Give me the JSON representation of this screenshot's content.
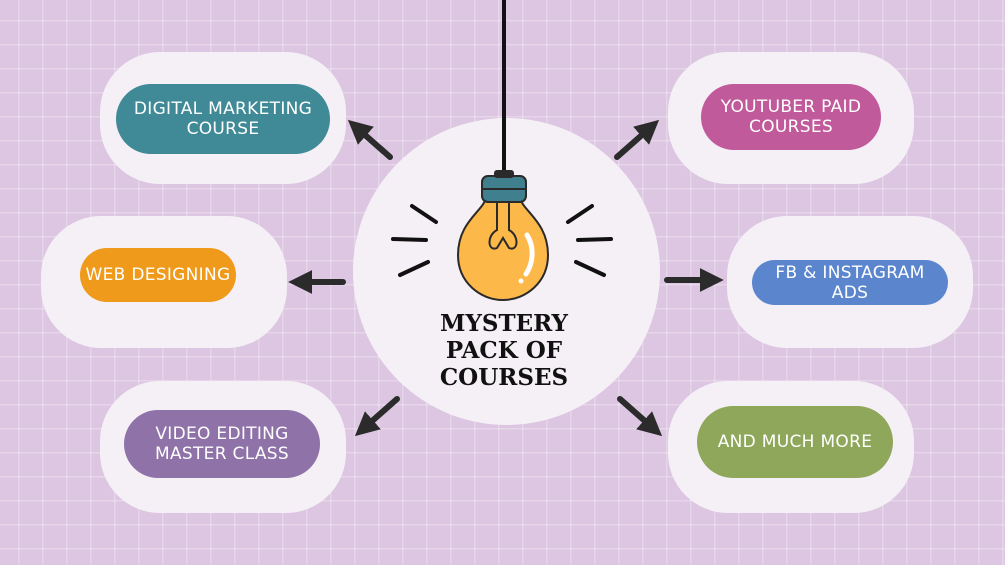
{
  "center": {
    "title": "MYSTERY\nPACK OF\nCOURSES"
  },
  "courses": {
    "digital_marketing": {
      "label": "DIGITAL MARKETING\nCOURSE",
      "color": "#3f8a96"
    },
    "web_designing": {
      "label": "WEB DESIGNING",
      "color": "#ef9a1a"
    },
    "video_editing": {
      "label": "VIDEO EDITING\nMASTER CLASS",
      "color": "#8e72a8"
    },
    "youtuber_paid": {
      "label": "YOUTUBER PAID\nCOURSES",
      "color": "#c15a9b"
    },
    "fb_instagram": {
      "label": "FB & INSTAGRAM\nADS",
      "color": "#5b86cd"
    },
    "much_more": {
      "label": "AND MUCH MORE",
      "color": "#8fa75a"
    }
  },
  "colors": {
    "background": "#dcc6e1",
    "card": "#f5f0f6",
    "bulb": "#fdb84a",
    "bulb_cap": "#3f7f8e",
    "arrow": "#2b2b2b"
  },
  "icons": {
    "center": "lightbulb-icon"
  }
}
